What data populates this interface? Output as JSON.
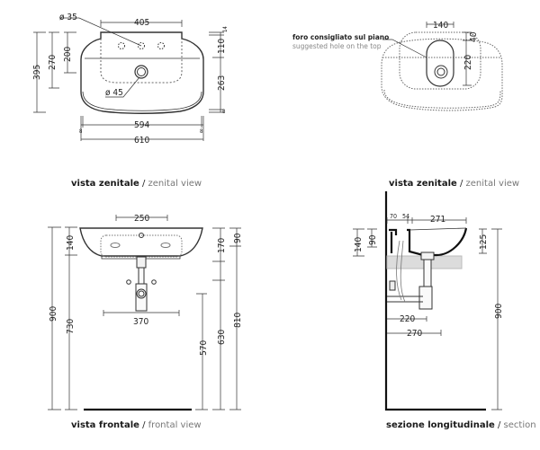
{
  "views": {
    "top_view": {
      "caption_it": "vista zenitale",
      "caption_sep": " / ",
      "caption_en": "zenital view",
      "dims": {
        "hole_small": "ø 35",
        "hole_large": "ø 45",
        "taps_span": "405",
        "depth_total": "395",
        "depth_270": "270",
        "depth_200": "200",
        "right_14": "14",
        "right_110": "110",
        "right_263": "263",
        "right_8": "8",
        "width_594": "594",
        "width_610": "610",
        "side_8_left": "8",
        "side_8_right": "8"
      }
    },
    "top_view_hole": {
      "caption_it": "vista zenitale",
      "caption_sep": " / ",
      "caption_en": "zenital view",
      "note_it": "foro consigliato sul piano",
      "note_en": "suggested hole on the top",
      "dims": {
        "width_140": "140",
        "offset_40": "40",
        "length_220": "220"
      }
    },
    "front_view": {
      "caption_it": "vista frontale",
      "caption_sep": " / ",
      "caption_en": "frontal view",
      "dims": {
        "width_250": "250",
        "h_140": "140",
        "h_900": "900",
        "h_730": "730",
        "w_370": "370",
        "h_570": "570",
        "h_170": "170",
        "h_630": "630",
        "h_90": "90",
        "h_810": "810"
      }
    },
    "section": {
      "caption_it": "sezione longitudinale",
      "caption_sep": " / ",
      "caption_en": "section",
      "dims": {
        "d_70": "70",
        "d_54": "54",
        "d_271": "271",
        "h_140": "140",
        "h_90": "90",
        "h_125": "125",
        "d_220": "220",
        "d_270": "270",
        "h_900": "900"
      }
    }
  },
  "colors": {
    "line": "#333333",
    "dashed": "#666666",
    "counter": "#d8d8d8"
  }
}
